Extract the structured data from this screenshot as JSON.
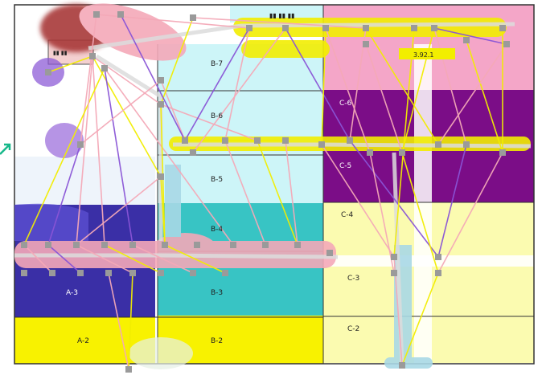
{
  "zones": [
    {
      "label": "B-7",
      "fill": "#cdf5f8"
    },
    {
      "label": "B-6",
      "fill": "#cdf5f8"
    },
    {
      "label": "B-5",
      "fill": "#cdf5f8"
    },
    {
      "label": "B-4",
      "fill": "#38c4c4"
    },
    {
      "label": "B-3",
      "fill": "#38c4c4"
    },
    {
      "label": "B-2",
      "fill": "#f8f200"
    },
    {
      "label": "A-3",
      "fill": "#3a2fa6"
    },
    {
      "label": "A-2",
      "fill": "#f8f200"
    },
    {
      "label": "C-6",
      "fill": "#7b0d87"
    },
    {
      "label": "C-5",
      "fill": "#7b0d87"
    },
    {
      "label": "C-4",
      "fill": "#fbfbb0"
    },
    {
      "label": "C-3",
      "fill": "#fbfbb0"
    },
    {
      "label": "C-2",
      "fill": "#fbfbb0"
    }
  ],
  "top_labels": {
    "banner": "▮▮ ▮▮ ▮▮",
    "corner": "▮▮ ▮▮",
    "tag": "3.92.1"
  },
  "colors": {
    "pink": "#f4a9b8",
    "yellow": "#f2ee00",
    "purple": "#8a55d6",
    "gray_node": "#9a9a9a",
    "light_blue": "#a9d8e6",
    "dark_red": "#a83838",
    "teal_arrow": "#17b88a"
  }
}
